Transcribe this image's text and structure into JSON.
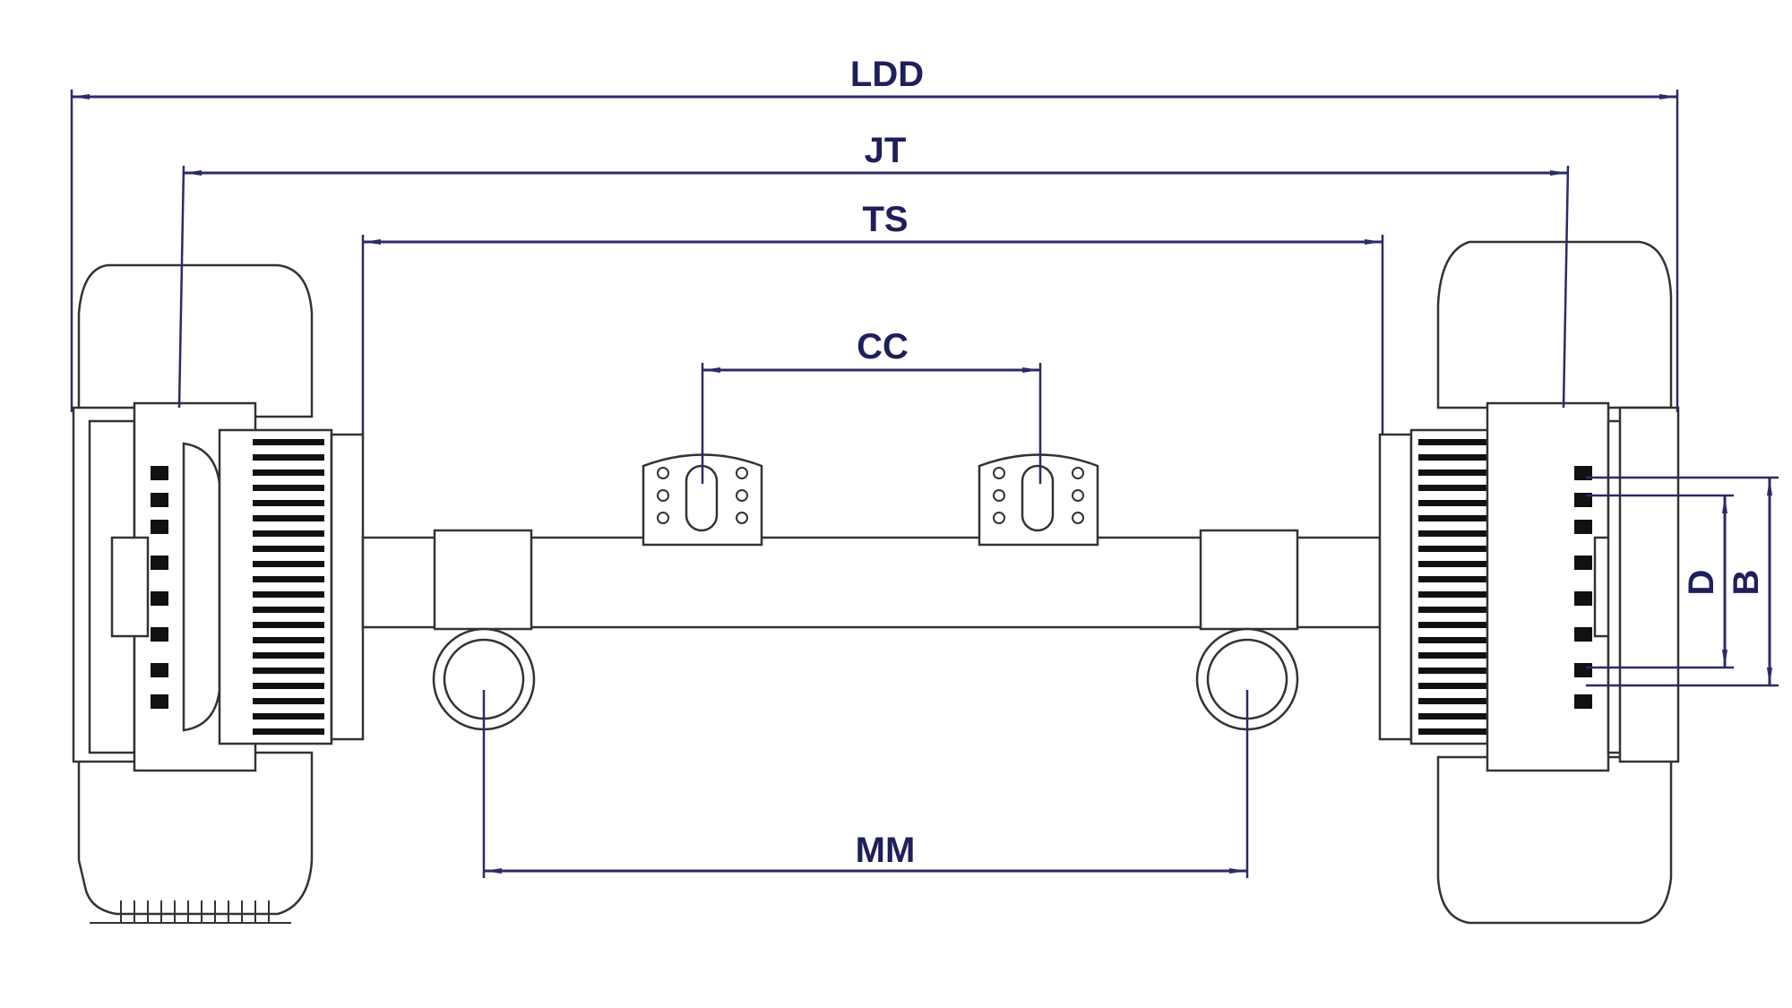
{
  "dimensions": {
    "ldd": "LDD",
    "jt": "JT",
    "ts": "TS",
    "cc": "CC",
    "mm": "MM",
    "d": "D",
    "b": "B"
  },
  "colors": {
    "dimension_line": "#2b2b66",
    "dimension_text": "#1f1f5c",
    "part_outline": "#333333"
  }
}
